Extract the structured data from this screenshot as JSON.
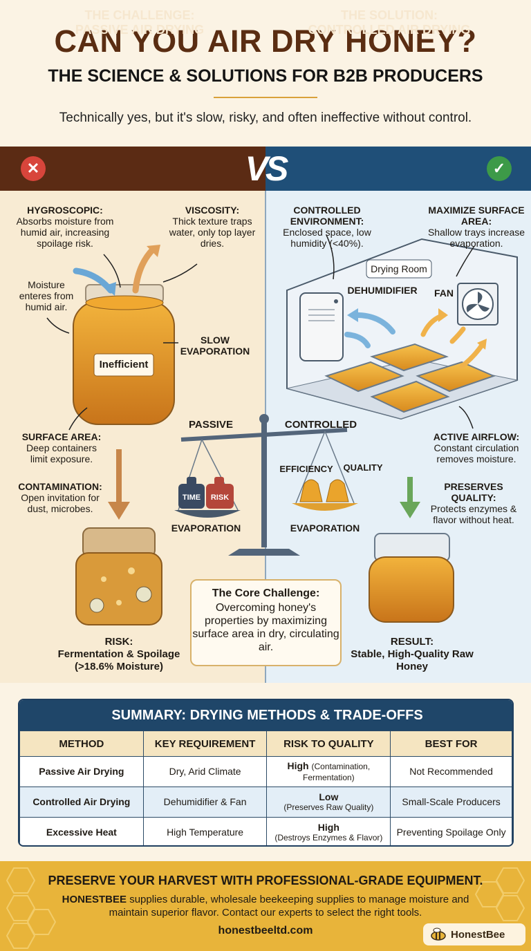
{
  "header": {
    "title": "CAN YOU AIR DRY HONEY?",
    "subtitle": "THE SCIENCE & SOLUTIONS FOR B2B PRODUCERS",
    "intro": "Technically yes, but it's slow, risky, and often ineffective without control."
  },
  "challenge": {
    "banner_line1": "THE CHALLENGE:",
    "banner_line2": "PASSIVE AIR DRYING",
    "hygroscopic_title": "HYGROSCOPIC:",
    "hygroscopic_text": "Absorbs moisture from humid air, increasing spoilage risk.",
    "viscosity_title": "VISCOSITY:",
    "viscosity_text": "Thick texture traps water, only top layer dries.",
    "moisture_enters": "Moisture enteres from humid air.",
    "jar_label": "Inefficient",
    "slow_evaporation": "SLOW EVAPORATION",
    "surface_title": "SURFACE AREA:",
    "surface_text": "Deep containers limit exposure.",
    "contamination_title": "CONTAMINATION:",
    "contamination_text": "Open invitation for dust, microbes.",
    "risk_title": "RISK:",
    "risk_text": "Fermentation & Spoilage (>18.6% Moisture)"
  },
  "solution": {
    "banner_line1": "THE SOLUTION:",
    "banner_line2": "CONTROLLED AIR DRYING",
    "environment_title": "CONTROLLED ENVIRONMENT:",
    "environment_text": "Enclosed space, low humidity (<40%).",
    "surface_title": "MAXIMIZE SURFACE AREA:",
    "surface_text": "Shallow trays increase evaporation.",
    "room_label": "Drying Room",
    "dehumidifier_label": "DEHUMIDIFIER",
    "fan_label": "FAN",
    "airflow_title": "ACTIVE AIRFLOW:",
    "airflow_text": "Constant circulation removes moisture.",
    "quality_title": "PRESERVES QUALITY:",
    "quality_text": "Protects enzymes & flavor without heat.",
    "result_title": "RESULT:",
    "result_text": "Stable, High-Quality Raw Honey"
  },
  "vs": "VS",
  "scale": {
    "passive_label": "PASSIVE",
    "controlled_label": "CONTROLLED",
    "weight_time": "TIME",
    "weight_risk": "RISK",
    "weight_efficiency": "EFFICIENCY",
    "weight_quality": "QUALITY",
    "left_caption": "EVAPORATION",
    "right_caption": "EVAPORATION"
  },
  "core": {
    "title": "The Core Challenge:",
    "text": "Overcoming honey's properties by maximizing surface area in dry, circulating air."
  },
  "summary": {
    "title": "SUMMARY: DRYING METHODS & TRADE-OFFS",
    "columns": [
      "METHOD",
      "KEY REQUIREMENT",
      "RISK TO QUALITY",
      "BEST FOR"
    ],
    "rows": [
      {
        "method": "Passive Air Drying",
        "requirement": "Dry, Arid Climate",
        "risk_level": "High",
        "risk_note": "(Contamination, Fermentation)",
        "best_for": "Not Recommended"
      },
      {
        "method": "Controlled Air Drying",
        "requirement": "Dehumidifier & Fan",
        "risk_level": "Low",
        "risk_note": "(Preserves Raw Quality)",
        "best_for": "Small-Scale Producers"
      },
      {
        "method": "Excessive Heat",
        "requirement": "High Temperature",
        "risk_level": "High",
        "risk_note": "(Destroys Enzymes & Flavor)",
        "best_for": "Preventing Spoilage Only"
      }
    ]
  },
  "footer": {
    "headline": "PRESERVE YOUR HARVEST WITH PROFESSIONAL-GRADE EQUIPMENT.",
    "brand": "HONESTBEE",
    "text": "supplies durable, wholesale beekeeping supplies to manage moisture and maintain superior flavor. Contact our experts to select the right tools.",
    "url": "honestbeeltd.com",
    "logo": "HonestBee"
  },
  "colors": {
    "challenge_banner": "#5b2b14",
    "solution_banner": "#1f4f78",
    "honey": "#e39a22",
    "footer": "#e8b43a",
    "bad_badge": "#d8453b",
    "good_badge": "#3d9a48"
  },
  "icons": [
    "x-icon",
    "check-icon",
    "fan-icon",
    "dehumidifier-icon",
    "honey-jar-icon",
    "balance-scale-icon",
    "bee-icon",
    "honeycomb-icon"
  ]
}
